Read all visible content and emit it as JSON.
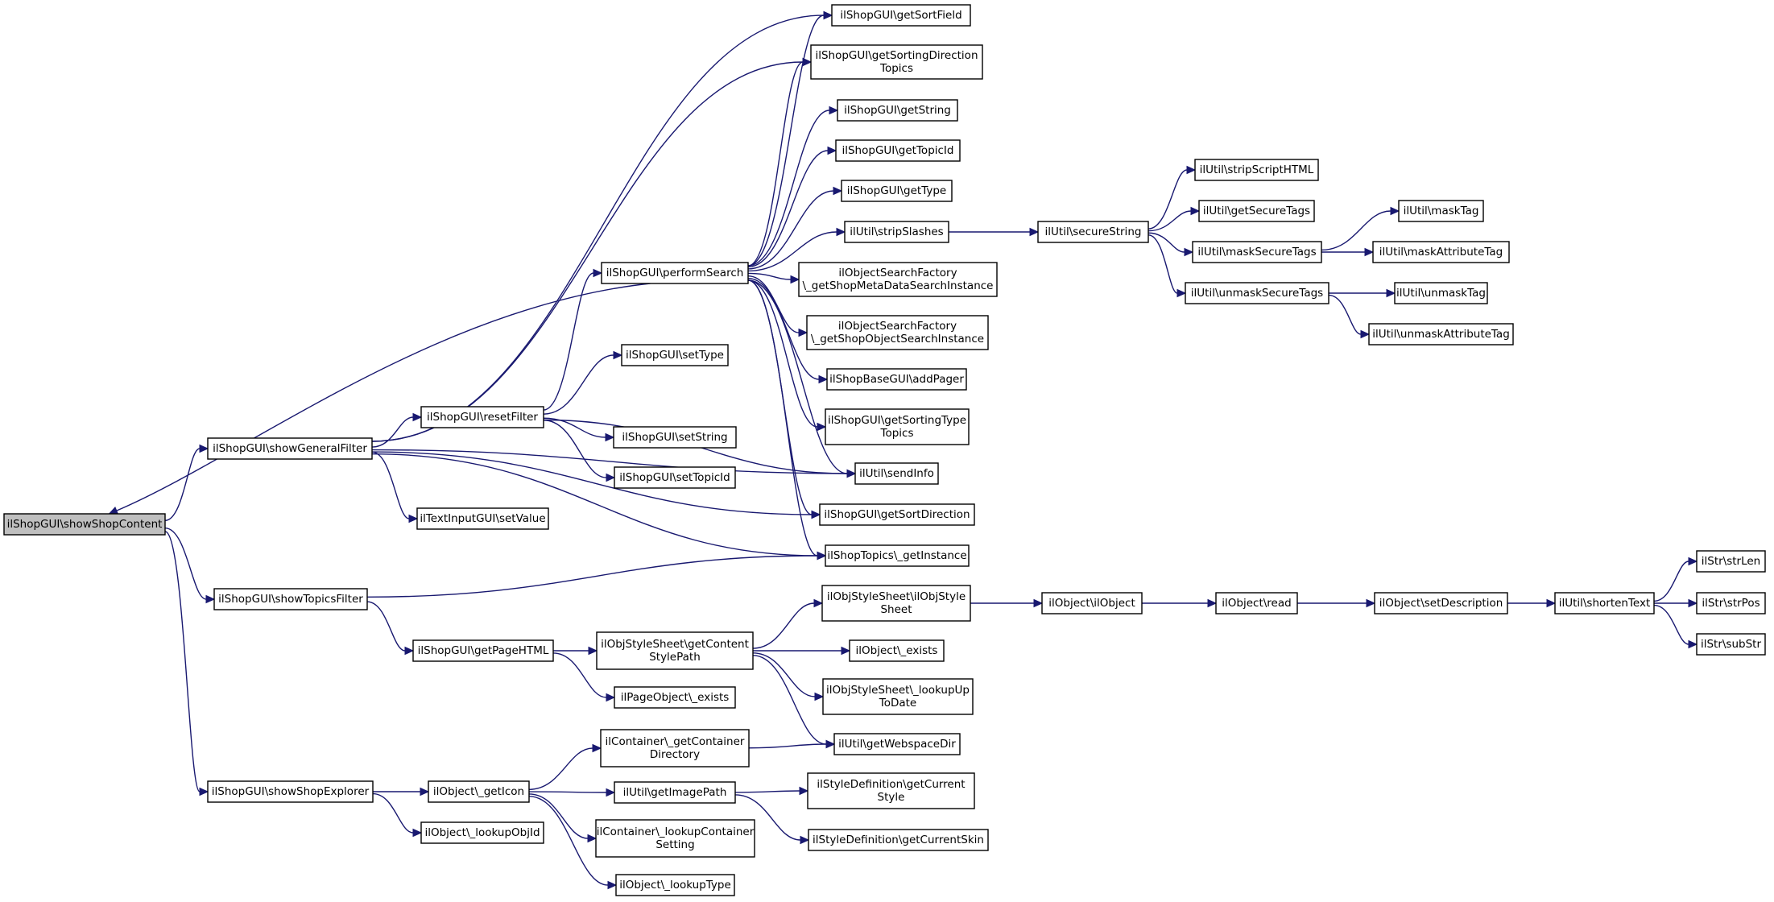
{
  "diagram": {
    "colors": {
      "edge": "#191970",
      "node_border": "#000000",
      "root_fill": "#bfbfbf",
      "node_fill": "#ffffff"
    },
    "nodes": [
      {
        "id": "showShopContent",
        "lines": [
          "ilShopGUI\\showShopContent"
        ],
        "root": true
      },
      {
        "id": "showGeneralFilter",
        "lines": [
          "ilShopGUI\\showGeneralFilter"
        ]
      },
      {
        "id": "showTopicsFilter",
        "lines": [
          "ilShopGUI\\showTopicsFilter"
        ]
      },
      {
        "id": "showShopExplorer",
        "lines": [
          "ilShopGUI\\showShopExplorer"
        ]
      },
      {
        "id": "resetFilter",
        "lines": [
          "ilShopGUI\\resetFilter"
        ]
      },
      {
        "id": "setValue",
        "lines": [
          "ilTextInputGUI\\setValue"
        ]
      },
      {
        "id": "getPageHTML",
        "lines": [
          "ilShopGUI\\getPageHTML"
        ]
      },
      {
        "id": "getIcon",
        "lines": [
          "ilObject\\_getIcon"
        ]
      },
      {
        "id": "lookupObjId",
        "lines": [
          "ilObject\\_lookupObjId"
        ]
      },
      {
        "id": "performSearch",
        "lines": [
          "ilShopGUI\\performSearch"
        ]
      },
      {
        "id": "setType",
        "lines": [
          "ilShopGUI\\setType"
        ]
      },
      {
        "id": "setString",
        "lines": [
          "ilShopGUI\\setString"
        ]
      },
      {
        "id": "setTopicId",
        "lines": [
          "ilShopGUI\\setTopicId"
        ]
      },
      {
        "id": "getContentStylePath",
        "lines": [
          "ilObjStyleSheet\\getContent",
          "StylePath"
        ]
      },
      {
        "id": "pageObjectExists",
        "lines": [
          "ilPageObject\\_exists"
        ]
      },
      {
        "id": "getContainerDirectory",
        "lines": [
          "ilContainer\\_getContainer",
          "Directory"
        ]
      },
      {
        "id": "getImagePath",
        "lines": [
          "ilUtil\\getImagePath"
        ]
      },
      {
        "id": "lookupContainerSetting",
        "lines": [
          "ilContainer\\_lookupContainer",
          "Setting"
        ]
      },
      {
        "id": "lookupType",
        "lines": [
          "ilObject\\_lookupType"
        ]
      },
      {
        "id": "getSortField",
        "lines": [
          "ilShopGUI\\getSortField"
        ]
      },
      {
        "id": "getSortingDirectionTopics",
        "lines": [
          "ilShopGUI\\getSortingDirection",
          "Topics"
        ]
      },
      {
        "id": "getString",
        "lines": [
          "ilShopGUI\\getString"
        ]
      },
      {
        "id": "getTopicId",
        "lines": [
          "ilShopGUI\\getTopicId"
        ]
      },
      {
        "id": "getType",
        "lines": [
          "ilShopGUI\\getType"
        ]
      },
      {
        "id": "stripSlashes",
        "lines": [
          "ilUtil\\stripSlashes"
        ]
      },
      {
        "id": "getShopMetaDataSearchInstance",
        "lines": [
          "ilObjectSearchFactory",
          "\\_getShopMetaDataSearchInstance"
        ]
      },
      {
        "id": "getShopObjectSearchInstance",
        "lines": [
          "ilObjectSearchFactory",
          "\\_getShopObjectSearchInstance"
        ]
      },
      {
        "id": "addPager",
        "lines": [
          "ilShopBaseGUI\\addPager"
        ]
      },
      {
        "id": "getSortingTypeTopics",
        "lines": [
          "ilShopGUI\\getSortingType",
          "Topics"
        ]
      },
      {
        "id": "sendInfo",
        "lines": [
          "ilUtil\\sendInfo"
        ]
      },
      {
        "id": "getSortDirection",
        "lines": [
          "ilShopGUI\\getSortDirection"
        ]
      },
      {
        "id": "shopTopicsGetInstance",
        "lines": [
          "ilShopTopics\\_getInstance"
        ]
      },
      {
        "id": "ilObjStyleSheetCtor",
        "lines": [
          "ilObjStyleSheet\\ilObjStyle",
          "Sheet"
        ]
      },
      {
        "id": "objectExists",
        "lines": [
          "ilObject\\_exists"
        ]
      },
      {
        "id": "lookUpToDate",
        "lines": [
          "ilObjStyleSheet\\_lookupUp",
          "ToDate"
        ]
      },
      {
        "id": "getWebspaceDir",
        "lines": [
          "ilUtil\\getWebspaceDir"
        ]
      },
      {
        "id": "getCurrentStyle",
        "lines": [
          "ilStyleDefinition\\getCurrent",
          "Style"
        ]
      },
      {
        "id": "getCurrentSkin",
        "lines": [
          "ilStyleDefinition\\getCurrentSkin"
        ]
      },
      {
        "id": "secureString",
        "lines": [
          "ilUtil\\secureString"
        ]
      },
      {
        "id": "ilObjectCtor",
        "lines": [
          "ilObject\\ilObject"
        ]
      },
      {
        "id": "stripScriptHTML",
        "lines": [
          "ilUtil\\stripScriptHTML"
        ]
      },
      {
        "id": "getSecureTags",
        "lines": [
          "ilUtil\\getSecureTags"
        ]
      },
      {
        "id": "maskSecureTags",
        "lines": [
          "ilUtil\\maskSecureTags"
        ]
      },
      {
        "id": "unmaskSecureTags",
        "lines": [
          "ilUtil\\unmaskSecureTags"
        ]
      },
      {
        "id": "objectRead",
        "lines": [
          "ilObject\\read"
        ]
      },
      {
        "id": "maskTag",
        "lines": [
          "ilUtil\\maskTag"
        ]
      },
      {
        "id": "maskAttributeTag",
        "lines": [
          "ilUtil\\maskAttributeTag"
        ]
      },
      {
        "id": "unmaskTag",
        "lines": [
          "ilUtil\\unmaskTag"
        ]
      },
      {
        "id": "unmaskAttributeTag",
        "lines": [
          "ilUtil\\unmaskAttributeTag"
        ]
      },
      {
        "id": "setDescription",
        "lines": [
          "ilObject\\setDescription"
        ]
      },
      {
        "id": "shortenText",
        "lines": [
          "ilUtil\\shortenText"
        ]
      },
      {
        "id": "strLen",
        "lines": [
          "ilStr\\strLen"
        ]
      },
      {
        "id": "strPos",
        "lines": [
          "ilStr\\strPos"
        ]
      },
      {
        "id": "subStr",
        "lines": [
          "ilStr\\subStr"
        ]
      }
    ],
    "edges": [
      {
        "from": "showShopContent",
        "to": "showGeneralFilter"
      },
      {
        "from": "showShopContent",
        "to": "showTopicsFilter"
      },
      {
        "from": "showShopContent",
        "to": "showShopExplorer"
      },
      {
        "from": "performSearch",
        "to": "showShopContent"
      },
      {
        "from": "showGeneralFilter",
        "to": "resetFilter"
      },
      {
        "from": "showGeneralFilter",
        "to": "setValue"
      },
      {
        "from": "showGeneralFilter",
        "to": "getSortField"
      },
      {
        "from": "showGeneralFilter",
        "to": "getSortingDirectionTopics"
      },
      {
        "from": "showGeneralFilter",
        "to": "getSortDirection"
      },
      {
        "from": "showGeneralFilter",
        "to": "shopTopicsGetInstance"
      },
      {
        "from": "showGeneralFilter",
        "to": "sendInfo"
      },
      {
        "from": "resetFilter",
        "to": "performSearch"
      },
      {
        "from": "resetFilter",
        "to": "setType"
      },
      {
        "from": "resetFilter",
        "to": "setString"
      },
      {
        "from": "resetFilter",
        "to": "setTopicId"
      },
      {
        "from": "resetFilter",
        "to": "sendInfo"
      },
      {
        "from": "performSearch",
        "to": "getSortField"
      },
      {
        "from": "performSearch",
        "to": "getSortingDirectionTopics"
      },
      {
        "from": "performSearch",
        "to": "getString"
      },
      {
        "from": "performSearch",
        "to": "getTopicId"
      },
      {
        "from": "performSearch",
        "to": "getType"
      },
      {
        "from": "performSearch",
        "to": "stripSlashes"
      },
      {
        "from": "performSearch",
        "to": "getShopMetaDataSearchInstance"
      },
      {
        "from": "performSearch",
        "to": "getShopObjectSearchInstance"
      },
      {
        "from": "performSearch",
        "to": "addPager"
      },
      {
        "from": "performSearch",
        "to": "getSortingTypeTopics"
      },
      {
        "from": "performSearch",
        "to": "sendInfo"
      },
      {
        "from": "performSearch",
        "to": "getSortDirection"
      },
      {
        "from": "performSearch",
        "to": "shopTopicsGetInstance"
      },
      {
        "from": "stripSlashes",
        "to": "secureString"
      },
      {
        "from": "secureString",
        "to": "stripScriptHTML"
      },
      {
        "from": "secureString",
        "to": "getSecureTags"
      },
      {
        "from": "secureString",
        "to": "maskSecureTags"
      },
      {
        "from": "secureString",
        "to": "unmaskSecureTags"
      },
      {
        "from": "maskSecureTags",
        "to": "maskTag"
      },
      {
        "from": "maskSecureTags",
        "to": "maskAttributeTag"
      },
      {
        "from": "unmaskSecureTags",
        "to": "unmaskTag"
      },
      {
        "from": "unmaskSecureTags",
        "to": "unmaskAttributeTag"
      },
      {
        "from": "showTopicsFilter",
        "to": "shopTopicsGetInstance"
      },
      {
        "from": "showTopicsFilter",
        "to": "getPageHTML"
      },
      {
        "from": "getPageHTML",
        "to": "getContentStylePath"
      },
      {
        "from": "getPageHTML",
        "to": "pageObjectExists"
      },
      {
        "from": "getContentStylePath",
        "to": "ilObjStyleSheetCtor"
      },
      {
        "from": "getContentStylePath",
        "to": "objectExists"
      },
      {
        "from": "getContentStylePath",
        "to": "lookUpToDate"
      },
      {
        "from": "getContentStylePath",
        "to": "getWebspaceDir"
      },
      {
        "from": "ilObjStyleSheetCtor",
        "to": "ilObjectCtor"
      },
      {
        "from": "ilObjectCtor",
        "to": "objectRead"
      },
      {
        "from": "objectRead",
        "to": "setDescription"
      },
      {
        "from": "setDescription",
        "to": "shortenText"
      },
      {
        "from": "shortenText",
        "to": "strLen"
      },
      {
        "from": "shortenText",
        "to": "strPos"
      },
      {
        "from": "shortenText",
        "to": "subStr"
      },
      {
        "from": "showShopExplorer",
        "to": "getIcon"
      },
      {
        "from": "showShopExplorer",
        "to": "lookupObjId"
      },
      {
        "from": "getIcon",
        "to": "getContainerDirectory"
      },
      {
        "from": "getIcon",
        "to": "getImagePath"
      },
      {
        "from": "getIcon",
        "to": "lookupContainerSetting"
      },
      {
        "from": "getIcon",
        "to": "lookupType"
      },
      {
        "from": "getContainerDirectory",
        "to": "getWebspaceDir"
      },
      {
        "from": "getImagePath",
        "to": "getCurrentStyle"
      },
      {
        "from": "getImagePath",
        "to": "getCurrentSkin"
      }
    ]
  }
}
